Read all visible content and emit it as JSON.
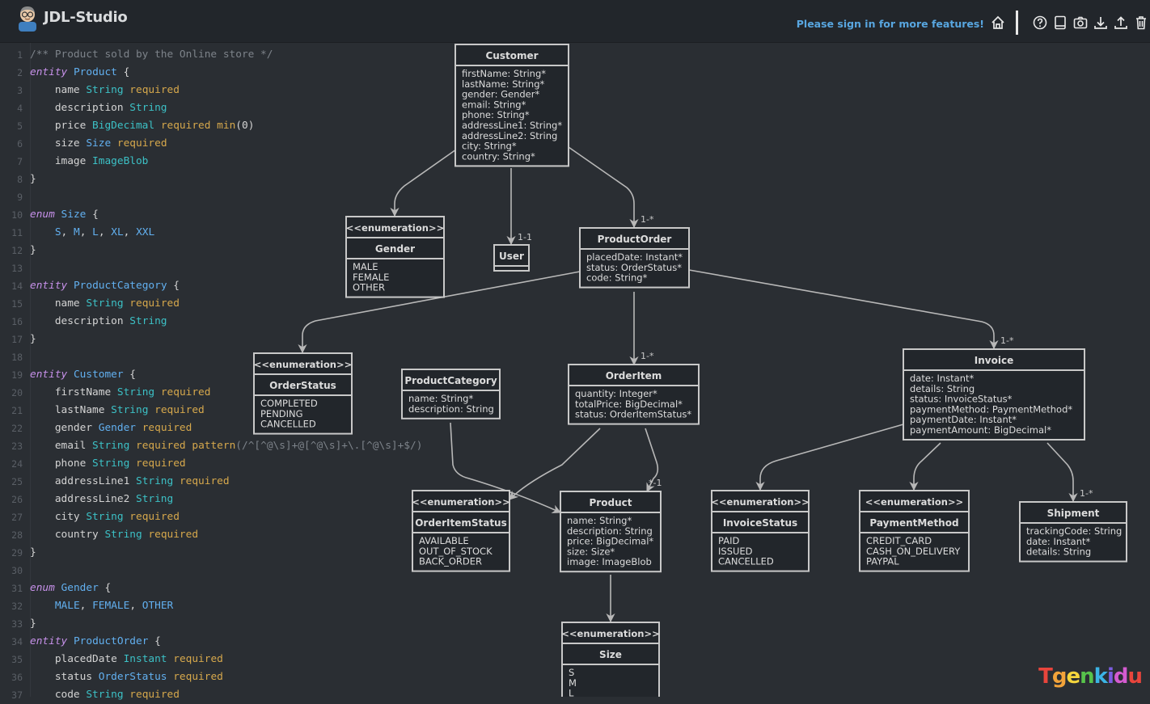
{
  "header": {
    "title": "JDL-Studio",
    "signin_text": "Please sign in for more features!",
    "icons": [
      "home-icon",
      "help-icon",
      "book-icon",
      "camera-icon",
      "download-icon",
      "upload-icon",
      "trash-icon"
    ]
  },
  "code_lines": [
    {
      "n": "1",
      "tokens": [
        [
          "cm",
          "/** Product sold by the Online store */"
        ]
      ]
    },
    {
      "n": "2",
      "tokens": [
        [
          "kw",
          "entity"
        ],
        [
          "pu",
          " "
        ],
        [
          "nm",
          "Product"
        ],
        [
          "pu",
          " {"
        ]
      ]
    },
    {
      "n": "3",
      "tokens": [
        [
          "pu",
          "    name "
        ],
        [
          "ty",
          "String"
        ],
        [
          "pu",
          " "
        ],
        [
          "rq",
          "required"
        ]
      ]
    },
    {
      "n": "4",
      "tokens": [
        [
          "pu",
          "    description "
        ],
        [
          "ty",
          "String"
        ]
      ]
    },
    {
      "n": "5",
      "tokens": [
        [
          "pu",
          "    price "
        ],
        [
          "ty",
          "BigDecimal"
        ],
        [
          "pu",
          " "
        ],
        [
          "rq",
          "required"
        ],
        [
          "pu",
          " "
        ],
        [
          "rq",
          "min"
        ],
        [
          "pu",
          "(0)"
        ]
      ]
    },
    {
      "n": "6",
      "tokens": [
        [
          "pu",
          "    size "
        ],
        [
          "nm",
          "Size"
        ],
        [
          "pu",
          " "
        ],
        [
          "rq",
          "required"
        ]
      ]
    },
    {
      "n": "7",
      "tokens": [
        [
          "pu",
          "    image "
        ],
        [
          "ty",
          "ImageBlob"
        ]
      ]
    },
    {
      "n": "8",
      "tokens": [
        [
          "pu",
          "}"
        ]
      ]
    },
    {
      "n": "9",
      "tokens": []
    },
    {
      "n": "10",
      "tokens": [
        [
          "kw",
          "enum"
        ],
        [
          "pu",
          " "
        ],
        [
          "nm",
          "Size"
        ],
        [
          "pu",
          " {"
        ]
      ]
    },
    {
      "n": "11",
      "tokens": [
        [
          "pu",
          "    "
        ],
        [
          "nm",
          "S"
        ],
        [
          "pu",
          ", "
        ],
        [
          "nm",
          "M"
        ],
        [
          "pu",
          ", "
        ],
        [
          "nm",
          "L"
        ],
        [
          "pu",
          ", "
        ],
        [
          "nm",
          "XL"
        ],
        [
          "pu",
          ", "
        ],
        [
          "nm",
          "XXL"
        ]
      ]
    },
    {
      "n": "12",
      "tokens": [
        [
          "pu",
          "}"
        ]
      ]
    },
    {
      "n": "13",
      "tokens": []
    },
    {
      "n": "14",
      "tokens": [
        [
          "kw",
          "entity"
        ],
        [
          "pu",
          " "
        ],
        [
          "nm",
          "ProductCategory"
        ],
        [
          "pu",
          " {"
        ]
      ]
    },
    {
      "n": "15",
      "tokens": [
        [
          "pu",
          "    name "
        ],
        [
          "ty",
          "String"
        ],
        [
          "pu",
          " "
        ],
        [
          "rq",
          "required"
        ]
      ]
    },
    {
      "n": "16",
      "tokens": [
        [
          "pu",
          "    description "
        ],
        [
          "ty",
          "String"
        ]
      ]
    },
    {
      "n": "17",
      "tokens": [
        [
          "pu",
          "}"
        ]
      ]
    },
    {
      "n": "18",
      "tokens": []
    },
    {
      "n": "19",
      "tokens": [
        [
          "kw",
          "entity"
        ],
        [
          "pu",
          " "
        ],
        [
          "nm",
          "Customer"
        ],
        [
          "pu",
          " {"
        ]
      ]
    },
    {
      "n": "20",
      "tokens": [
        [
          "pu",
          "    firstName "
        ],
        [
          "ty",
          "String"
        ],
        [
          "pu",
          " "
        ],
        [
          "rq",
          "required"
        ]
      ]
    },
    {
      "n": "21",
      "tokens": [
        [
          "pu",
          "    lastName "
        ],
        [
          "ty",
          "String"
        ],
        [
          "pu",
          " "
        ],
        [
          "rq",
          "required"
        ]
      ]
    },
    {
      "n": "22",
      "tokens": [
        [
          "pu",
          "    gender "
        ],
        [
          "nm",
          "Gender"
        ],
        [
          "pu",
          " "
        ],
        [
          "rq",
          "required"
        ]
      ]
    },
    {
      "n": "23",
      "tokens": [
        [
          "pu",
          "    email "
        ],
        [
          "ty",
          "String"
        ],
        [
          "pu",
          " "
        ],
        [
          "rq",
          "required"
        ],
        [
          "pu",
          " "
        ],
        [
          "rq",
          "pattern"
        ],
        [
          "rx",
          "(/^[^@\\s]+@[^@\\s]+\\.[^@\\s]+$/)"
        ]
      ]
    },
    {
      "n": "24",
      "tokens": [
        [
          "pu",
          "    phone "
        ],
        [
          "ty",
          "String"
        ],
        [
          "pu",
          " "
        ],
        [
          "rq",
          "required"
        ]
      ]
    },
    {
      "n": "25",
      "tokens": [
        [
          "pu",
          "    addressLine1 "
        ],
        [
          "ty",
          "String"
        ],
        [
          "pu",
          " "
        ],
        [
          "rq",
          "required"
        ]
      ]
    },
    {
      "n": "26",
      "tokens": [
        [
          "pu",
          "    addressLine2 "
        ],
        [
          "ty",
          "String"
        ]
      ]
    },
    {
      "n": "27",
      "tokens": [
        [
          "pu",
          "    city "
        ],
        [
          "ty",
          "String"
        ],
        [
          "pu",
          " "
        ],
        [
          "rq",
          "required"
        ]
      ]
    },
    {
      "n": "28",
      "tokens": [
        [
          "pu",
          "    country "
        ],
        [
          "ty",
          "String"
        ],
        [
          "pu",
          " "
        ],
        [
          "rq",
          "required"
        ]
      ]
    },
    {
      "n": "29",
      "tokens": [
        [
          "pu",
          "}"
        ]
      ]
    },
    {
      "n": "30",
      "tokens": []
    },
    {
      "n": "31",
      "tokens": [
        [
          "kw",
          "enum"
        ],
        [
          "pu",
          " "
        ],
        [
          "nm",
          "Gender"
        ],
        [
          "pu",
          " {"
        ]
      ]
    },
    {
      "n": "32",
      "tokens": [
        [
          "pu",
          "    "
        ],
        [
          "nm",
          "MALE"
        ],
        [
          "pu",
          ", "
        ],
        [
          "nm",
          "FEMALE"
        ],
        [
          "pu",
          ", "
        ],
        [
          "nm",
          "OTHER"
        ]
      ]
    },
    {
      "n": "33",
      "tokens": [
        [
          "pu",
          "}"
        ]
      ]
    },
    {
      "n": "34",
      "tokens": [
        [
          "kw",
          "entity"
        ],
        [
          "pu",
          " "
        ],
        [
          "nm",
          "ProductOrder"
        ],
        [
          "pu",
          " {"
        ]
      ]
    },
    {
      "n": "35",
      "tokens": [
        [
          "pu",
          "    placedDate "
        ],
        [
          "ty",
          "Instant"
        ],
        [
          "pu",
          " "
        ],
        [
          "rq",
          "required"
        ]
      ]
    },
    {
      "n": "36",
      "tokens": [
        [
          "pu",
          "    status "
        ],
        [
          "nm",
          "OrderStatus"
        ],
        [
          "pu",
          " "
        ],
        [
          "rq",
          "required"
        ]
      ]
    },
    {
      "n": "37",
      "tokens": [
        [
          "pu",
          "    code "
        ],
        [
          "ty",
          "String"
        ],
        [
          "pu",
          " "
        ],
        [
          "rq",
          "required"
        ]
      ]
    }
  ],
  "diagram": {
    "boxes": [
      {
        "id": "customer",
        "title": "Customer",
        "attrs": [
          "firstName: String*",
          "lastName: String*",
          "gender: Gender*",
          "email: String*",
          "phone: String*",
          "addressLine1: String*",
          "addressLine2: String",
          "city: String*",
          "country: String*"
        ]
      },
      {
        "id": "gender",
        "stereotype": "<<enumeration>>",
        "title": "Gender",
        "attrs": [
          "MALE",
          "FEMALE",
          "OTHER"
        ]
      },
      {
        "id": "user",
        "title": "User",
        "attrs": []
      },
      {
        "id": "productorder",
        "title": "ProductOrder",
        "attrs": [
          "placedDate: Instant*",
          "status: OrderStatus*",
          "code: String*"
        ]
      },
      {
        "id": "orderstatus",
        "stereotype": "<<enumeration>>",
        "title": "OrderStatus",
        "attrs": [
          "COMPLETED",
          "PENDING",
          "CANCELLED"
        ]
      },
      {
        "id": "productcategory",
        "title": "ProductCategory",
        "attrs": [
          "name: String*",
          "description: String"
        ]
      },
      {
        "id": "orderitem",
        "title": "OrderItem",
        "attrs": [
          "quantity: Integer*",
          "totalPrice: BigDecimal*",
          "status: OrderItemStatus*"
        ]
      },
      {
        "id": "invoice",
        "title": "Invoice",
        "attrs": [
          "date: Instant*",
          "details: String",
          "status: InvoiceStatus*",
          "paymentMethod: PaymentMethod*",
          "paymentDate: Instant*",
          "paymentAmount: BigDecimal*"
        ]
      },
      {
        "id": "orderitemstatus",
        "stereotype": "<<enumeration>>",
        "title": "OrderItemStatus",
        "attrs": [
          "AVAILABLE",
          "OUT_OF_STOCK",
          "BACK_ORDER"
        ]
      },
      {
        "id": "product",
        "title": "Product",
        "attrs": [
          "name: String*",
          "description: String",
          "price: BigDecimal*",
          "size: Size*",
          "image: ImageBlob"
        ]
      },
      {
        "id": "invoicestatus",
        "stereotype": "<<enumeration>>",
        "title": "InvoiceStatus",
        "attrs": [
          "PAID",
          "ISSUED",
          "CANCELLED"
        ]
      },
      {
        "id": "paymentmethod",
        "stereotype": "<<enumeration>>",
        "title": "PaymentMethod",
        "attrs": [
          "CREDIT_CARD",
          "CASH_ON_DELIVERY",
          "PAYPAL"
        ]
      },
      {
        "id": "shipment",
        "title": "Shipment",
        "attrs": [
          "trackingCode: String",
          "date: Instant*",
          "details: String"
        ]
      },
      {
        "id": "size",
        "stereotype": "<<enumeration>>",
        "title": "Size",
        "attrs": [
          "S",
          "M",
          "L"
        ]
      }
    ],
    "multiplicities": [
      "1-*",
      "1-1",
      "1-*",
      "1-*",
      "*-1",
      "1-*"
    ]
  },
  "watermark": "Tgenkidu"
}
